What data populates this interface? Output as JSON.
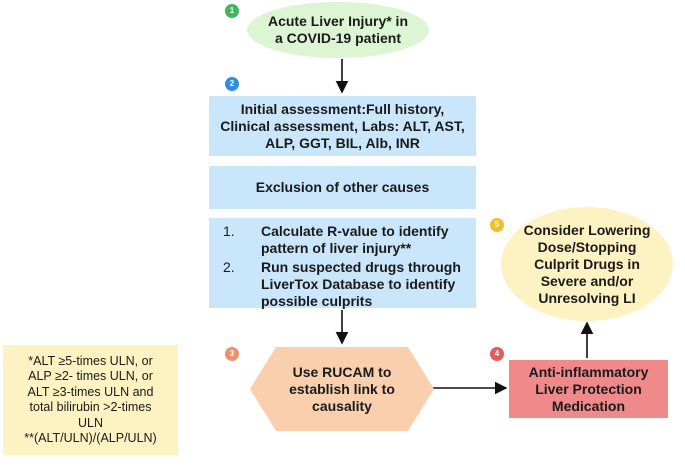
{
  "nodes": {
    "acute": {
      "step": "1",
      "line1": "Acute Liver Injury* in",
      "line2": "a COVID-19 patient",
      "fill": "#dcf5d2",
      "badge_color": "#3db85a"
    },
    "initial": {
      "step": "2",
      "line1": "Initial assessment:Full history,",
      "line2": "Clinical assessment, Labs: ALT, AST,",
      "line3": "ALP, GGT, BIL, Alb, INR",
      "badge_color": "#2e8ee0"
    },
    "exclusion": {
      "text": "Exclusion of other causes"
    },
    "calc": {
      "items": [
        {
          "num": "1.",
          "line1": "Calculate R-value to identify",
          "line2": "pattern of liver injury**"
        },
        {
          "num": "2.",
          "line1": "Run suspected drugs through",
          "line2": "LiverTox Database to identify",
          "line3": "possible culprits"
        }
      ]
    },
    "rucam": {
      "step": "3",
      "line1": "Use RUCAM to",
      "line2": "establish link to",
      "line3": "causality",
      "fill": "#f9cfae",
      "badge_color": "#e8936b"
    },
    "anti": {
      "step": "4",
      "line1": "Anti-inflammatory",
      "line2": "Liver Protection",
      "line3": "Medication",
      "fill": "#f08a8a",
      "badge_color": "#e05b5b"
    },
    "consider": {
      "step": "5",
      "line1": "Consider Lowering",
      "line2": "Dose/Stopping",
      "line3": "Culprit Drugs in",
      "line4": "Severe and/or",
      "line5": "Unresolving LI",
      "fill": "#fdf2c2",
      "badge_color": "#f2be2c"
    }
  },
  "footnote": {
    "line1": "*ALT ≥5-times ULN, or",
    "line2": "ALP ≥2- times ULN, or",
    "line3": "ALT ≥3-times ULN and",
    "line4": "total bilirubin >2-times",
    "line5": "ULN",
    "line6": "**(ALT/ULN)/(ALP/ULN)",
    "fill": "#fdf2c2"
  },
  "colors": {
    "blue_box": "#c9e6fb",
    "arrow": "#111111"
  }
}
